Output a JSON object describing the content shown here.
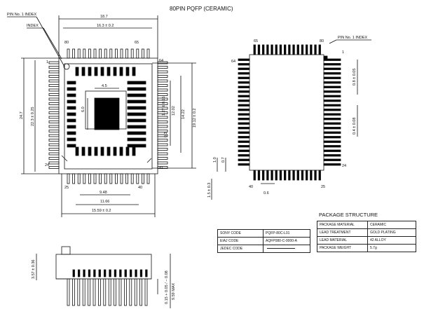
{
  "title": "80PIN PQFP (CERAMIC)",
  "top_view": {
    "pin1_index_label": "PIN No. 1 INDEX",
    "index_label": "INDEX",
    "dim_overall_width": "18.7",
    "dim_body_width": "16.3 ± 0.2",
    "dim_lead_span": "15.59 ± 0.2",
    "dim_pitch_row": "11.66",
    "dim_pitch_inner": "9.48",
    "dim_die_width": "4.5",
    "dim_die_height": "6.0",
    "dim_overall_height": "24.7",
    "dim_body_height": "22.3 ± 0.25",
    "dim_lead_span_v": "19.12 ± 0.2",
    "dim_pitch_v": "14.22",
    "dim_inner_v": "12.02",
    "dim_pitch": "1.27 ± 0.15",
    "dim_lead_width": "0.3",
    "pin_numbers": [
      "80",
      "65",
      "64",
      "1",
      "24",
      "25",
      "40",
      "41"
    ]
  },
  "bottom_view": {
    "pin1_index_label": "PIN No. 1 INDEX",
    "dim_lead_pitch": "0.8 ± 0.05",
    "dim_lead_width": "0.4 ± 0.08",
    "dim_lead_len_1": "1.0",
    "dim_lead_len_2": "0.7",
    "dim_foot": "1.5 ± 0.3",
    "dim_offset": "0.6",
    "pin_numbers": [
      "65",
      "80",
      "1",
      "64",
      "24",
      "40",
      "25"
    ]
  },
  "side_view": {
    "dim_height": "3.57 ± 0.36",
    "dim_max": "9.59 MAX",
    "dim_standoff": "0.15 + 0.05 / − 0.08"
  },
  "codes_table": [
    {
      "label": "SONY CODE",
      "value": "PQFP-80C-L01"
    },
    {
      "label": "EIAJ CODE",
      "value": "AQFP080-C-0000-A"
    },
    {
      "label": "JEDEC CODE",
      "value": ""
    }
  ],
  "package_structure": {
    "title": "PACKAGE STRUCTURE",
    "rows": [
      {
        "label": "PACKAGE MATERIAL",
        "value": "CERAMIC"
      },
      {
        "label": "LEAD TREATMENT",
        "value": "GOLD PLATING"
      },
      {
        "label": "LEAD MATERIAL",
        "value": "42 ALLOY"
      },
      {
        "label": "PACKAGE WEIGHT",
        "value": "5.7g"
      }
    ]
  }
}
